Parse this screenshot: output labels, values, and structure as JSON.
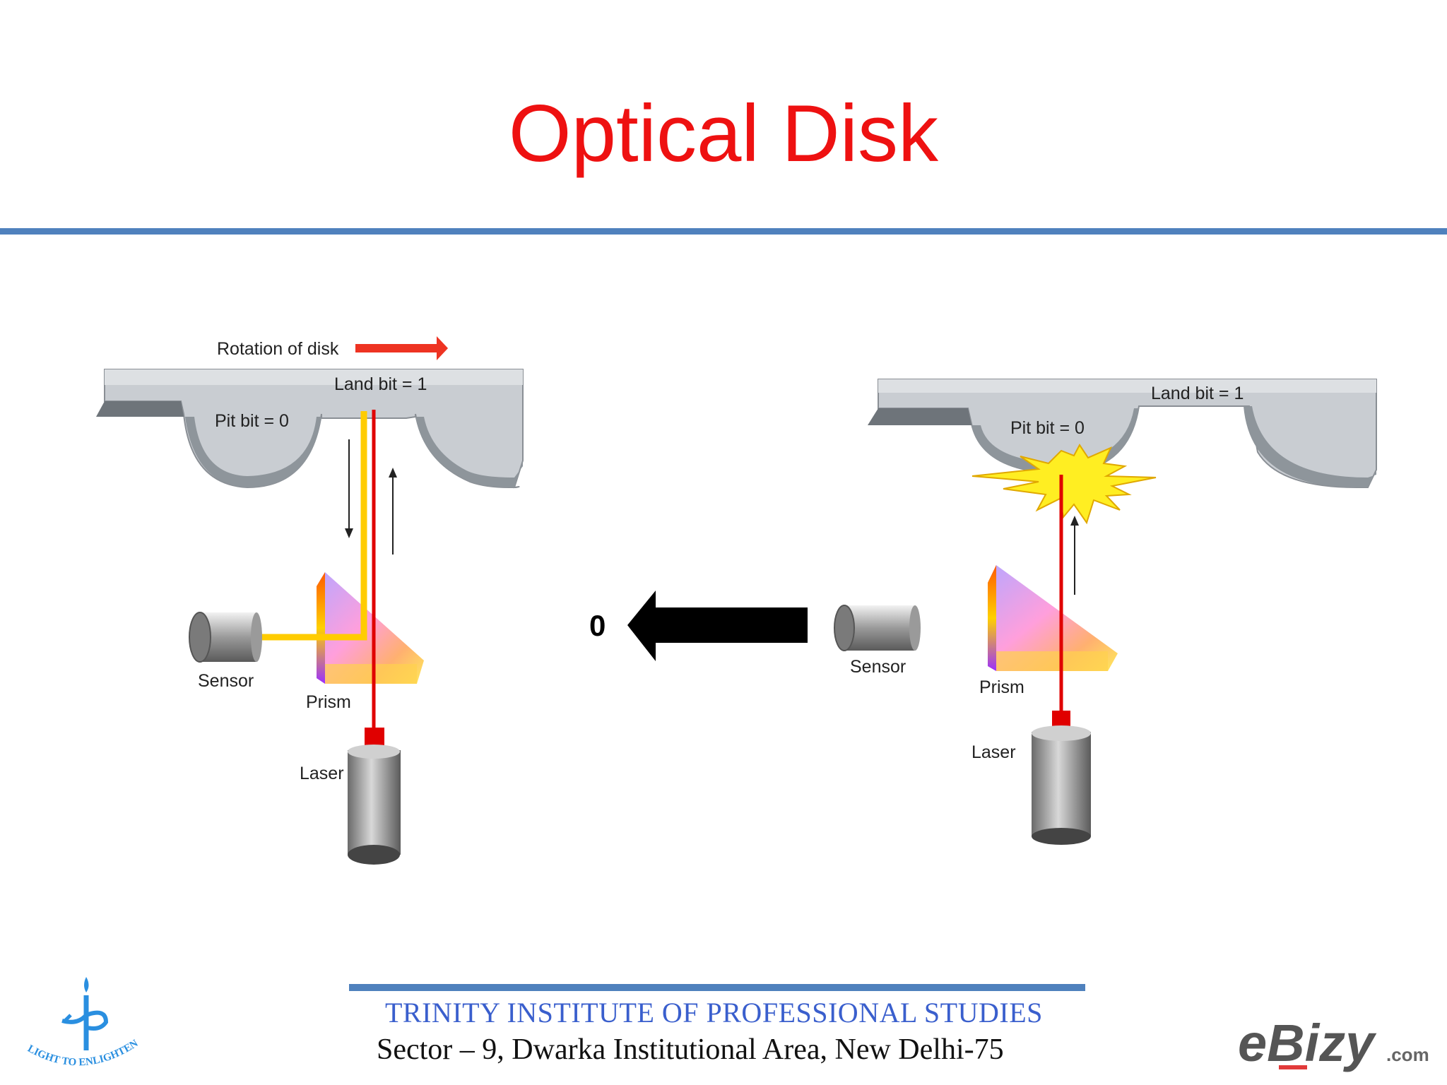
{
  "slide": {
    "title": "Optical Disk",
    "colors": {
      "title": "#ee1111",
      "rule": "#4f81bd",
      "institute": "#3a5fcd"
    }
  },
  "diagram": {
    "left": {
      "rotation_label": "Rotation of disk",
      "land_label": "Land bit = 1",
      "pit_label": "Pit bit = 0",
      "sensor_label": "Sensor",
      "prism_label": "Prism",
      "laser_label": "Laser"
    },
    "right": {
      "land_label": "Land bit = 1",
      "pit_label": "Pit bit = 0",
      "sensor_label": "Sensor",
      "prism_label": "Prism",
      "laser_label": "Laser"
    },
    "output_value": "0"
  },
  "footer": {
    "institute": "TRINITY INSTITUTE OF PROFESSIONAL STUDIES",
    "address": "Sector – 9, Dwarka Institutional Area, New Delhi-75",
    "left_logo_text": "LIGHT TO ENLIGHTEN",
    "right_logo_text": "eBizy",
    "right_logo_suffix": ".com"
  }
}
